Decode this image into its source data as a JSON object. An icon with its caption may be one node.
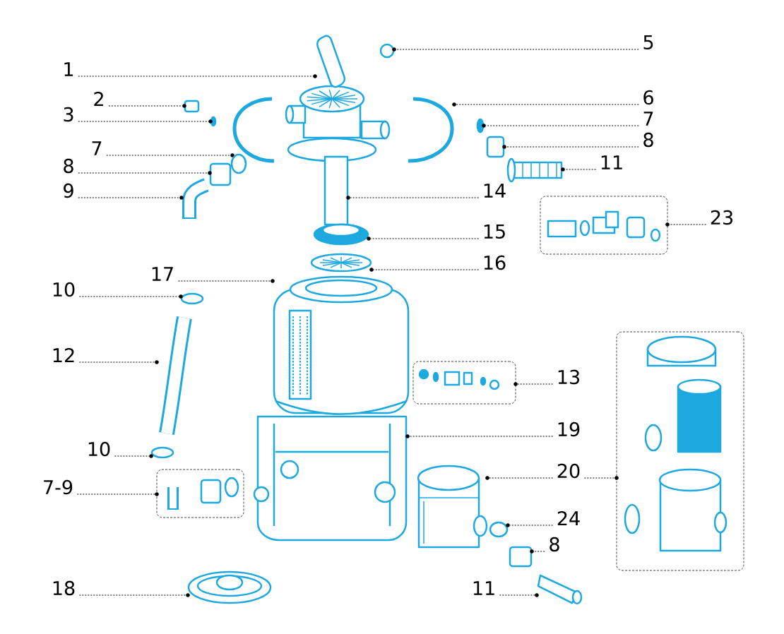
{
  "diagram": {
    "nodes": [
      {
        "text": [
          "5"
        ]
      },
      {
        "text": [
          "1"
        ]
      },
      {
        "text": [
          "2"
        ]
      },
      {
        "text": [
          "6"
        ]
      },
      {
        "text": [
          "3"
        ]
      },
      {
        "text": [
          "7"
        ]
      },
      {
        "text": [
          "8"
        ]
      },
      {
        "text": [
          "7"
        ]
      },
      {
        "text": [
          "11"
        ]
      },
      {
        "text": [
          "8"
        ]
      },
      {
        "text": [
          "14"
        ]
      },
      {
        "text": [
          "9"
        ]
      },
      {
        "text": [],
        "shape": "box"
      },
      {
        "text": [
          "23"
        ]
      },
      {
        "text": [
          "15"
        ]
      },
      {
        "text": [
          "16"
        ]
      },
      {
        "text": [
          "17"
        ]
      },
      {
        "text": [
          "10"
        ]
      },
      {
        "text": [],
        "shape": "box"
      },
      {
        "text": [
          "12"
        ]
      },
      {
        "text": [],
        "shape": "box"
      },
      {
        "text": [
          "13"
        ]
      },
      {
        "text": [
          "19"
        ]
      },
      {
        "text": [
          "10"
        ]
      },
      {
        "text": [],
        "shape": "box"
      },
      {
        "text": [
          "20"
        ]
      },
      {
        "text": [
          "7-9"
        ]
      },
      {
        "text": [
          "24"
        ]
      },
      {
        "text": [
          "8"
        ]
      },
      {
        "text": [
          "11"
        ]
      },
      {
        "text": [
          "18"
        ]
      },
      {
        "text": [],
        "shape": "circle"
      },
      {
        "text": [],
        "shape": "picture"
      },
      {
        "text": [],
        "shape": "box"
      },
      {
        "text": [],
        "shape": "picture"
      },
      {
        "text": [],
        "shape": "circle"
      },
      {
        "text": [],
        "shape": "circle"
      },
      {
        "text": [],
        "shape": "box"
      },
      {
        "text": [],
        "shape": "picture"
      },
      {
        "text": [],
        "shape": "picture"
      },
      {
        "text": [],
        "shape": "picture"
      },
      {
        "text": [],
        "shape": "box"
      },
      {
        "text": [],
        "shape": "picture"
      },
      {
        "text": [],
        "shape": "picture"
      },
      {
        "text": [],
        "shape": "picture"
      },
      {
        "text": [],
        "shape": "picture"
      },
      {
        "text": [],
        "shape": "circle"
      },
      {
        "text": [],
        "shape": "picture"
      },
      {
        "text": [],
        "shape": "picture"
      },
      {
        "text": [],
        "shape": "circle"
      },
      {
        "text": [],
        "shape": "picture"
      },
      {
        "text": [],
        "shape": "circle"
      },
      {
        "text": [],
        "shape": "box"
      },
      {
        "text": [],
        "shape": "picture"
      },
      {
        "text": [],
        "shape": "picture"
      }
    ],
    "edges": [
      {
        "from": 0,
        "to": 31,
        "arrow": "none"
      },
      {
        "from": 1,
        "to": 32,
        "arrow": "none"
      },
      {
        "from": 2,
        "to": 33,
        "arrow": "none"
      },
      {
        "from": 3,
        "to": 34,
        "arrow": "none"
      },
      {
        "from": 4,
        "to": 35,
        "arrow": "none"
      },
      {
        "from": 5,
        "to": 36,
        "arrow": "none"
      },
      {
        "from": 6,
        "to": 37,
        "arrow": "none"
      },
      {
        "from": 7,
        "to": 38,
        "arrow": "none"
      },
      {
        "from": 8,
        "to": 39,
        "arrow": "none"
      },
      {
        "from": 9,
        "to": 40,
        "arrow": "none"
      },
      {
        "from": 10,
        "to": 41,
        "arrow": "none"
      },
      {
        "from": 11,
        "to": 42,
        "arrow": "none"
      },
      {
        "from": 13,
        "to": 12,
        "arrow": "none"
      },
      {
        "from": 14,
        "to": 43,
        "arrow": "none"
      },
      {
        "from": 15,
        "to": 44,
        "arrow": "none"
      },
      {
        "from": 16,
        "to": 45,
        "arrow": "none"
      },
      {
        "from": 17,
        "to": 46,
        "arrow": "none"
      },
      {
        "from": 19,
        "to": 47,
        "arrow": "none"
      },
      {
        "from": 21,
        "to": 20,
        "arrow": "none"
      },
      {
        "from": 22,
        "to": 48,
        "arrow": "none"
      },
      {
        "from": 23,
        "to": 49,
        "arrow": "none"
      },
      {
        "from": 25,
        "to": 50,
        "arrow": "none"
      },
      {
        "from": 25,
        "to": 18,
        "arrow": "none"
      },
      {
        "from": 26,
        "to": 24,
        "arrow": "none"
      },
      {
        "from": 27,
        "to": 51,
        "arrow": "none"
      },
      {
        "from": 28,
        "to": 52,
        "arrow": "none"
      },
      {
        "from": 29,
        "to": 53,
        "arrow": "none"
      },
      {
        "from": 30,
        "to": 54,
        "arrow": "none"
      }
    ]
  }
}
